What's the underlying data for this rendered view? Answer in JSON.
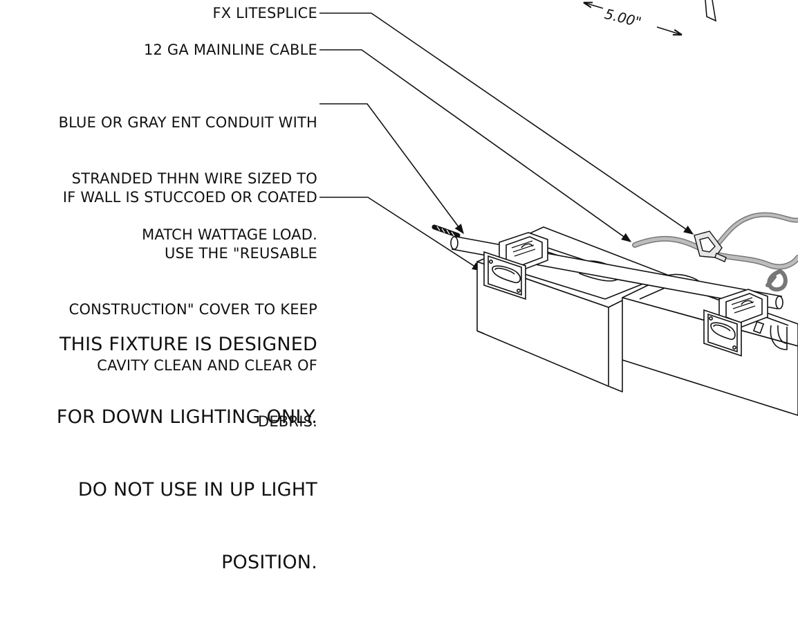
{
  "callouts": {
    "litesplice": "FX LITESPLICE",
    "mainline": "12 GA MAINLINE CABLE",
    "conduit": [
      "BLUE OR GRAY ENT CONDUIT WITH",
      "STRANDED THHN WIRE SIZED TO",
      "MATCH WATTAGE LOAD."
    ],
    "stucco": [
      "IF WALL IS STUCCOED OR COATED",
      "USE THE \"REUSABLE",
      "CONSTRUCTION\" COVER TO KEEP",
      "CAVITY CLEAN AND CLEAR OF",
      "DEBRIS."
    ]
  },
  "warning": [
    "THIS FIXTURE IS DESIGNED",
    "FOR DOWN LIGHTING ONLY.",
    "DO NOT USE IN UP LIGHT",
    "POSITION."
  ],
  "dimension": "5.00\"",
  "colors": {
    "ink": "#111111",
    "cable": "#9a9a9a",
    "background": "#ffffff"
  }
}
